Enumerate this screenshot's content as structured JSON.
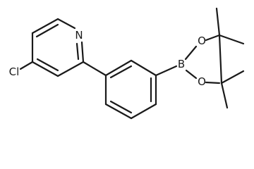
{
  "molecule": {
    "atoms": {
      "n": "N",
      "cl": "Cl",
      "b": "B",
      "o_top": "O",
      "o_bottom": "O"
    }
  }
}
